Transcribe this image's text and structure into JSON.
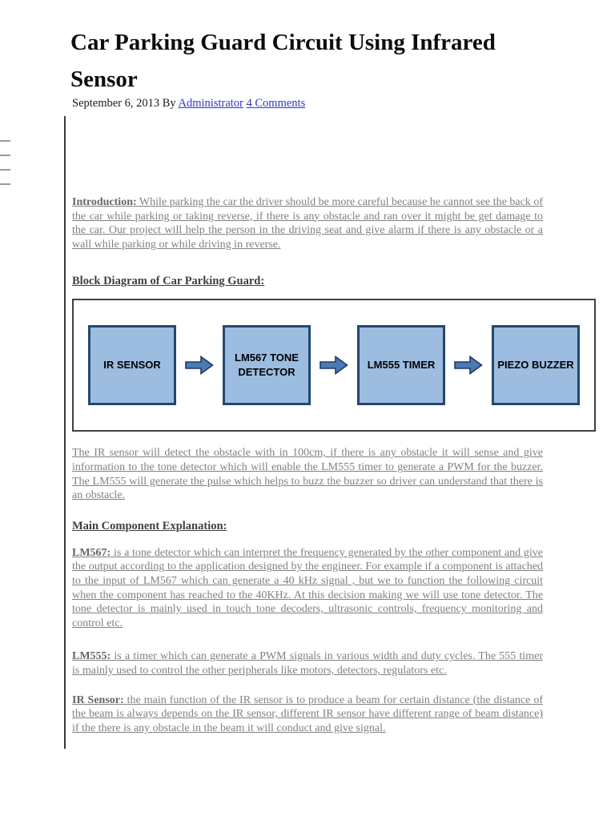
{
  "page": {
    "title_line1": "Car Parking Guard Circuit Using Infrared",
    "title_line2": "Sensor",
    "byline": {
      "prefix": "September 6, 2013 By ",
      "author_link": "Administrator",
      "comments_link": "4 Comments"
    }
  },
  "article": {
    "intro": {
      "lead": "Introduction:",
      "text": " While parking the car the driver should be more careful because he cannot see the back of the car while parking or taking reverse, if there is any obstacle and ran over it might be get damage to the car. Our project will help the person in the driving seat and give alarm if there is any obstacle or a wall while parking or while driving in reverse."
    },
    "block_diagram_heading": "Block Diagram of Car Parking Guard:",
    "diagram": {
      "boxes": [
        "IR SENSOR",
        "LM567 TONE DETECTOR",
        "LM555 TIMER",
        "PIEZO BUZZER"
      ]
    },
    "after_diagram": {
      "text": "The IR sensor will detect the obstacle with in 100cm, if there is any obstacle it will sense and give information to the tone detector which will enable the LM555 timer to generate a PWM for the buzzer. The LM555 will generate the pulse which helps to buzz the buzzer so driver can understand that there is an obstacle."
    },
    "main_component_heading": "Main Component Explanation:",
    "lm567": {
      "lead": "LM567:",
      "text": " is a tone detector which can interpret the frequency generated by the other component and give the output according to the application designed by the engineer. For example if a component is attached to the input of LM567 which can generate a 40 kHz signal , but we to function the following circuit when the component has reached to the 40KHz. At this decision making we will use tone detector. The tone detector is mainly used in touch tone decoders, ultrasonic controls, frequency monitoring and control etc."
    },
    "lm555": {
      "lead": "LM555:",
      "text": " is a timer which can generate a PWM signals in various width and duty cycles. The 555 timer is mainly used to control the other peripherals like motors, detectors, regulators etc."
    },
    "ir_sensor": {
      "lead": "IR Sensor:",
      "text": " the main function of the IR sensor is to produce a beam for certain distance (the distance of the beam is always depends on the IR sensor, different IR sensor have different range of beam distance) if the there is any obstacle in the beam it will conduct and give signal."
    }
  },
  "colors": {
    "link_blue": "#3333cc",
    "body_text": "#808080",
    "heading_text": "#3f3f3f",
    "diagram_box_fill": "#9cbce0",
    "diagram_box_border": "#24476f",
    "arrow_fill": "#4b7bb5",
    "arrow_outline": "#1f3a5f"
  }
}
